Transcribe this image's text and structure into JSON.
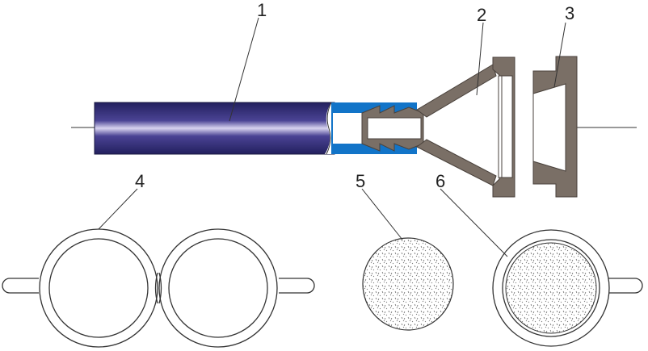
{
  "labels": [
    "1",
    "2",
    "3",
    "4",
    "5",
    "6"
  ],
  "colors": {
    "tube_dark": "#23205e",
    "tube_mid": "#4a4394",
    "tube_light": "#d8d4f0",
    "sleeve": "#1274c8",
    "metal": "#7a6f66",
    "metal_dark": "#5b524b",
    "line": "#333333",
    "white": "#ffffff"
  }
}
